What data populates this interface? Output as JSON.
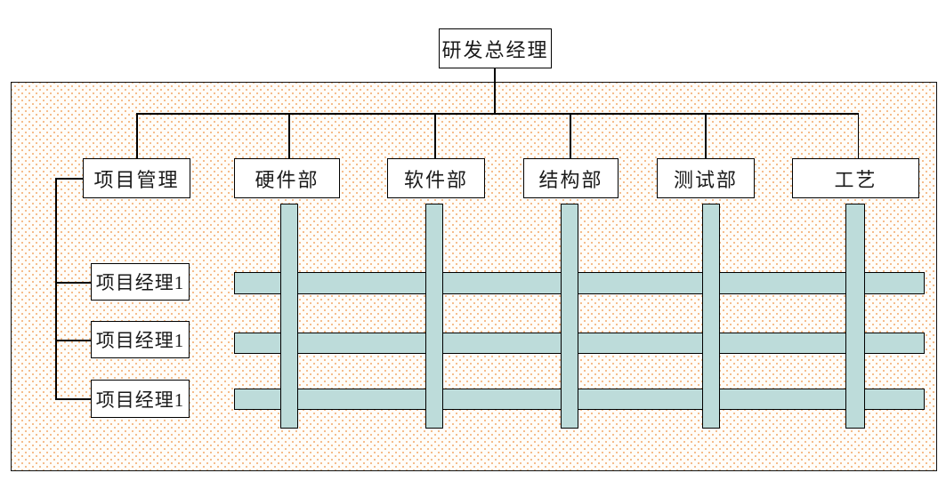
{
  "chart": {
    "root": {
      "label": "研发总经理"
    },
    "departments": [
      {
        "label": "项目管理"
      },
      {
        "label": "硬件部"
      },
      {
        "label": "软件部"
      },
      {
        "label": "结构部"
      },
      {
        "label": "测试部"
      },
      {
        "label": "工艺"
      }
    ],
    "project_managers": [
      {
        "label": "项目经理1"
      },
      {
        "label": "项目经理1"
      },
      {
        "label": "项目经理1"
      }
    ],
    "matrix": {
      "row_bars": 3,
      "column_bars": 5
    }
  },
  "colors": {
    "box_fill": "#ffffff",
    "box_border": "#000000",
    "line": "#000000",
    "bar_fill": "#bddcda",
    "bar_border": "#000000",
    "hatch_dot": "#f5bd8c",
    "hatch_bg": "#fffdf9"
  }
}
